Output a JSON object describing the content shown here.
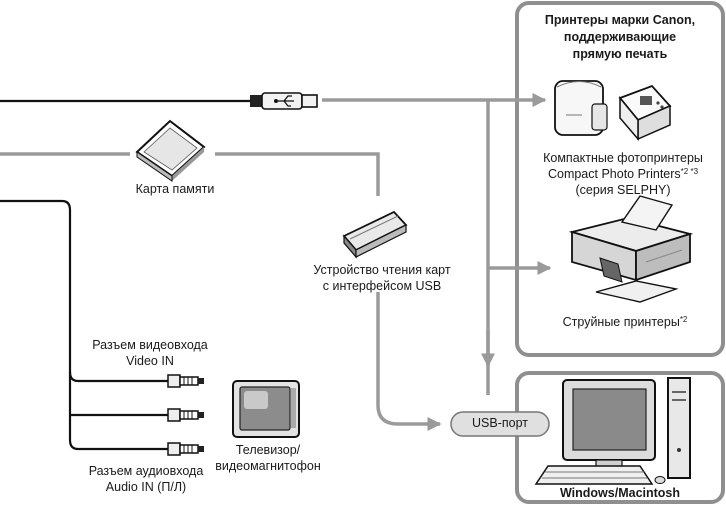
{
  "printer_box": {
    "title_lines": [
      "Принтеры марки Canon,",
      "поддерживающие",
      "прямую печать"
    ],
    "compact": {
      "line1": "Компактные фотопринтеры",
      "line2_text": "Compact Photo Printers",
      "line2_marks": "*2 *3",
      "line3": "(серия SELPHY)"
    },
    "inkjet": {
      "text": "Струйные принтеры",
      "mark": "*2"
    }
  },
  "memory_card": {
    "label": "Карта памяти"
  },
  "card_reader": {
    "lines": [
      "Устройство чтения карт",
      "с интерфейсом USB"
    ]
  },
  "video_in": {
    "lines": [
      "Разъем видеовхода",
      "Video IN"
    ]
  },
  "audio_in": {
    "lines": [
      "Разъем аудиовхода",
      "Audio IN (П/Л)"
    ]
  },
  "tv": {
    "lines": [
      "Телевизор/",
      "видеомагнитофон"
    ]
  },
  "usb_port": {
    "label": "USB-порт"
  },
  "computer": {
    "label": "Windows/Macintosh"
  },
  "colors": {
    "line": "#9a9a9a",
    "cable": "#111111",
    "box_border": "#8f8f8f"
  }
}
